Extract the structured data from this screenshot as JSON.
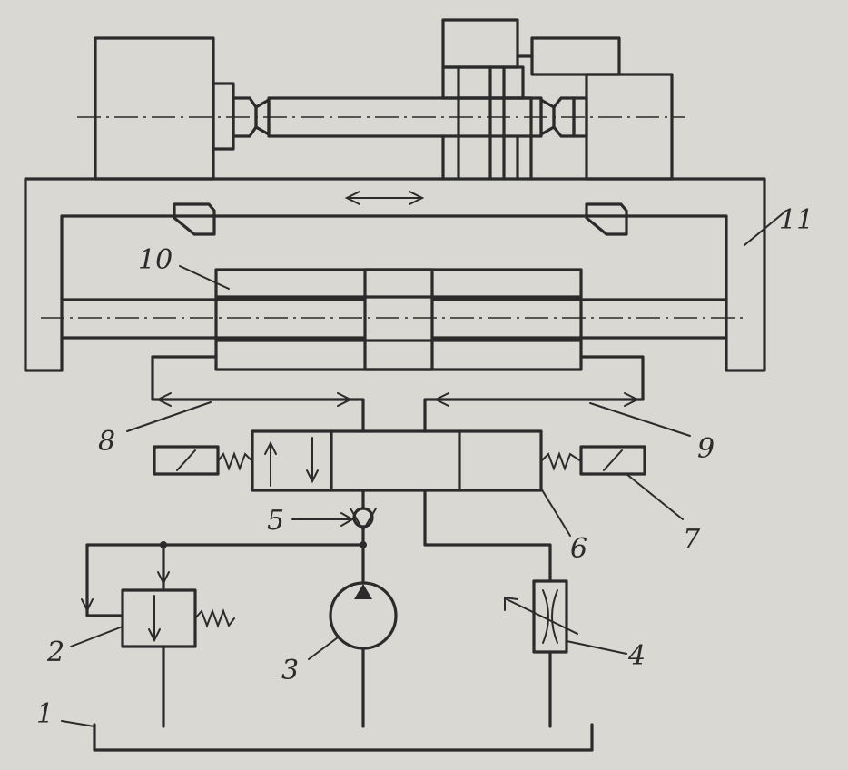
{
  "labels": {
    "reservoir": "1",
    "relief_valve": "2",
    "pump": "3",
    "throttle": "4",
    "check_valve": "5",
    "directional_valve": "6",
    "solenoid_right": "7",
    "line_left": "8",
    "line_right": "9",
    "cylinder": "10",
    "table_frame": "11"
  },
  "colors": {
    "background": "#d9d8d3",
    "ink": "#2b2b2b"
  }
}
